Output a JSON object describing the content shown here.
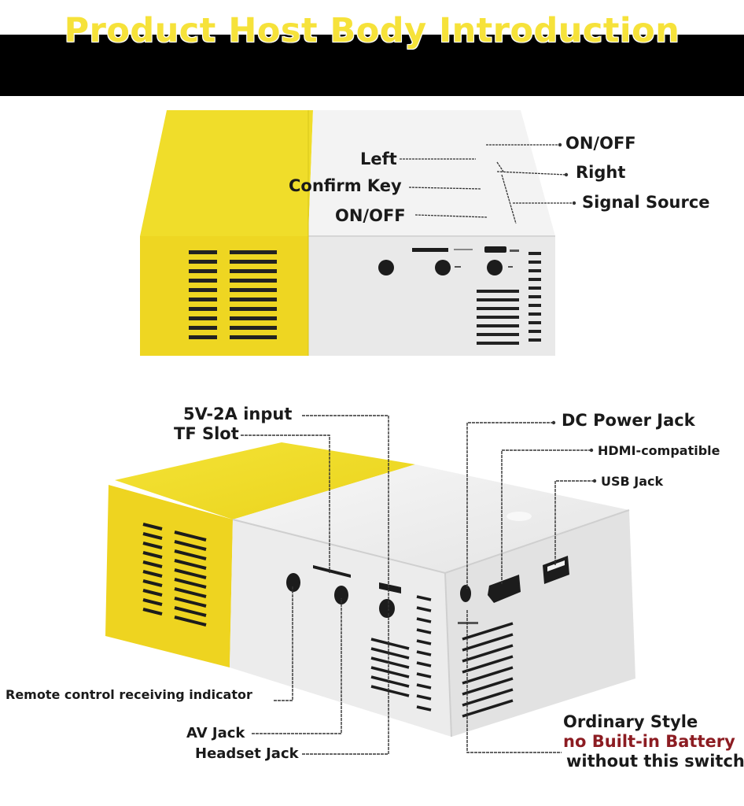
{
  "header": {
    "title": "Product Host Body Introduction"
  },
  "colors": {
    "banner_bg": "#000000",
    "title_text": "#f6e23a",
    "device_yellow": "#f2e02c",
    "device_white": "#eeeeee",
    "note_red": "#8c1c22"
  },
  "top_view": {
    "labels": {
      "left": "Left",
      "confirm_key": "Confirm Key",
      "on_off_front": "ON/OFF",
      "on_off_top": "ON/OFF",
      "right": "Right",
      "signal_source": "Signal Source"
    }
  },
  "perspective_view": {
    "labels": {
      "input_5v2a": "5V-2A input",
      "tf_slot": "TF Slot",
      "dc_power_jack": "DC Power Jack",
      "hdmi_compatible": "HDMI-compatible",
      "usb_jack": "USB Jack",
      "remote_indicator": "Remote control receiving indicator",
      "av_jack": "AV Jack",
      "headset_jack": "Headset Jack"
    },
    "note": {
      "line1": "Ordinary Style",
      "line2": "no Built-in Battery",
      "line3": "without this switch"
    }
  }
}
